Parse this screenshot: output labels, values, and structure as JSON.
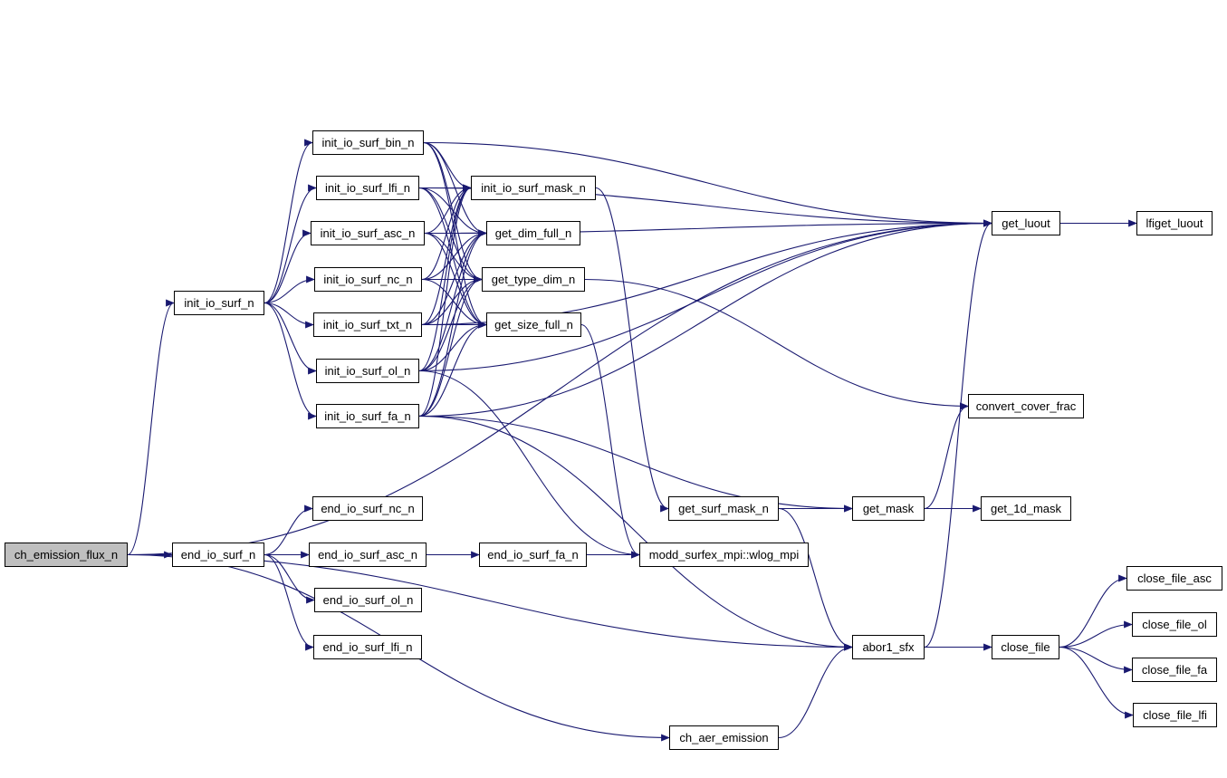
{
  "edge_color": "#191970",
  "root_fill": "#bfbfbf",
  "nodes": [
    {
      "id": "ch_emission_flux_n",
      "label": "ch_emission_flux_n",
      "root": true
    },
    {
      "id": "init_io_surf_n",
      "label": "init_io_surf_n"
    },
    {
      "id": "end_io_surf_n",
      "label": "end_io_surf_n"
    },
    {
      "id": "init_io_surf_bin_n",
      "label": "init_io_surf_bin_n"
    },
    {
      "id": "init_io_surf_lfi_n",
      "label": "init_io_surf_lfi_n"
    },
    {
      "id": "init_io_surf_asc_n",
      "label": "init_io_surf_asc_n"
    },
    {
      "id": "init_io_surf_nc_n",
      "label": "init_io_surf_nc_n"
    },
    {
      "id": "init_io_surf_txt_n",
      "label": "init_io_surf_txt_n"
    },
    {
      "id": "init_io_surf_ol_n",
      "label": "init_io_surf_ol_n"
    },
    {
      "id": "init_io_surf_fa_n",
      "label": "init_io_surf_fa_n"
    },
    {
      "id": "init_io_surf_mask_n",
      "label": "init_io_surf_mask_n"
    },
    {
      "id": "get_dim_full_n",
      "label": "get_dim_full_n"
    },
    {
      "id": "get_type_dim_n",
      "label": "get_type_dim_n"
    },
    {
      "id": "get_size_full_n",
      "label": "get_size_full_n"
    },
    {
      "id": "get_luout",
      "label": "get_luout"
    },
    {
      "id": "lfiget_luout",
      "label": "lfiget_luout"
    },
    {
      "id": "convert_cover_frac",
      "label": "convert_cover_frac"
    },
    {
      "id": "end_io_surf_nc_n",
      "label": "end_io_surf_nc_n"
    },
    {
      "id": "end_io_surf_asc_n",
      "label": "end_io_surf_asc_n"
    },
    {
      "id": "end_io_surf_ol_n",
      "label": "end_io_surf_ol_n"
    },
    {
      "id": "end_io_surf_lfi_n",
      "label": "end_io_surf_lfi_n"
    },
    {
      "id": "end_io_surf_fa_n",
      "label": "end_io_surf_fa_n"
    },
    {
      "id": "wlog_mpi",
      "label": "modd_surfex_mpi::wlog_mpi"
    },
    {
      "id": "get_surf_mask_n",
      "label": "get_surf_mask_n"
    },
    {
      "id": "get_mask",
      "label": "get_mask"
    },
    {
      "id": "get_1d_mask",
      "label": "get_1d_mask"
    },
    {
      "id": "abor1_sfx",
      "label": "abor1_sfx"
    },
    {
      "id": "close_file",
      "label": "close_file"
    },
    {
      "id": "close_file_asc",
      "label": "close_file_asc"
    },
    {
      "id": "close_file_ol",
      "label": "close_file_ol"
    },
    {
      "id": "close_file_fa",
      "label": "close_file_fa"
    },
    {
      "id": "close_file_lfi",
      "label": "close_file_lfi"
    },
    {
      "id": "ch_aer_emission",
      "label": "ch_aer_emission"
    }
  ],
  "edges": [
    [
      "ch_emission_flux_n",
      "init_io_surf_n"
    ],
    [
      "ch_emission_flux_n",
      "end_io_surf_n"
    ],
    [
      "ch_emission_flux_n",
      "get_luout"
    ],
    [
      "ch_emission_flux_n",
      "abor1_sfx"
    ],
    [
      "ch_emission_flux_n",
      "ch_aer_emission"
    ],
    [
      "init_io_surf_n",
      "init_io_surf_bin_n"
    ],
    [
      "init_io_surf_n",
      "init_io_surf_lfi_n"
    ],
    [
      "init_io_surf_n",
      "init_io_surf_asc_n"
    ],
    [
      "init_io_surf_n",
      "init_io_surf_nc_n"
    ],
    [
      "init_io_surf_n",
      "init_io_surf_txt_n"
    ],
    [
      "init_io_surf_n",
      "init_io_surf_ol_n"
    ],
    [
      "init_io_surf_n",
      "init_io_surf_fa_n"
    ],
    [
      "init_io_surf_bin_n",
      "init_io_surf_mask_n"
    ],
    [
      "init_io_surf_bin_n",
      "get_dim_full_n"
    ],
    [
      "init_io_surf_bin_n",
      "get_type_dim_n"
    ],
    [
      "init_io_surf_bin_n",
      "get_size_full_n"
    ],
    [
      "init_io_surf_bin_n",
      "get_luout"
    ],
    [
      "init_io_surf_lfi_n",
      "init_io_surf_mask_n"
    ],
    [
      "init_io_surf_lfi_n",
      "get_dim_full_n"
    ],
    [
      "init_io_surf_lfi_n",
      "get_type_dim_n"
    ],
    [
      "init_io_surf_lfi_n",
      "get_size_full_n"
    ],
    [
      "init_io_surf_lfi_n",
      "get_luout"
    ],
    [
      "init_io_surf_asc_n",
      "init_io_surf_mask_n"
    ],
    [
      "init_io_surf_asc_n",
      "get_dim_full_n"
    ],
    [
      "init_io_surf_asc_n",
      "get_type_dim_n"
    ],
    [
      "init_io_surf_asc_n",
      "get_size_full_n"
    ],
    [
      "init_io_surf_asc_n",
      "get_luout"
    ],
    [
      "init_io_surf_nc_n",
      "init_io_surf_mask_n"
    ],
    [
      "init_io_surf_nc_n",
      "get_dim_full_n"
    ],
    [
      "init_io_surf_nc_n",
      "get_type_dim_n"
    ],
    [
      "init_io_surf_nc_n",
      "get_size_full_n"
    ],
    [
      "init_io_surf_txt_n",
      "init_io_surf_mask_n"
    ],
    [
      "init_io_surf_txt_n",
      "get_dim_full_n"
    ],
    [
      "init_io_surf_txt_n",
      "get_type_dim_n"
    ],
    [
      "init_io_surf_txt_n",
      "get_size_full_n"
    ],
    [
      "init_io_surf_txt_n",
      "get_luout"
    ],
    [
      "init_io_surf_ol_n",
      "init_io_surf_mask_n"
    ],
    [
      "init_io_surf_ol_n",
      "get_dim_full_n"
    ],
    [
      "init_io_surf_ol_n",
      "get_type_dim_n"
    ],
    [
      "init_io_surf_ol_n",
      "get_size_full_n"
    ],
    [
      "init_io_surf_ol_n",
      "get_luout"
    ],
    [
      "init_io_surf_ol_n",
      "wlog_mpi"
    ],
    [
      "init_io_surf_fa_n",
      "init_io_surf_mask_n"
    ],
    [
      "init_io_surf_fa_n",
      "get_dim_full_n"
    ],
    [
      "init_io_surf_fa_n",
      "get_type_dim_n"
    ],
    [
      "init_io_surf_fa_n",
      "get_size_full_n"
    ],
    [
      "init_io_surf_fa_n",
      "get_luout"
    ],
    [
      "init_io_surf_fa_n",
      "get_mask"
    ],
    [
      "init_io_surf_fa_n",
      "abor1_sfx"
    ],
    [
      "end_io_surf_n",
      "end_io_surf_nc_n"
    ],
    [
      "end_io_surf_n",
      "end_io_surf_asc_n"
    ],
    [
      "end_io_surf_n",
      "end_io_surf_ol_n"
    ],
    [
      "end_io_surf_n",
      "end_io_surf_lfi_n"
    ],
    [
      "end_io_surf_n",
      "end_io_surf_fa_n"
    ],
    [
      "end_io_surf_fa_n",
      "wlog_mpi"
    ],
    [
      "init_io_surf_mask_n",
      "get_surf_mask_n"
    ],
    [
      "get_type_dim_n",
      "convert_cover_frac"
    ],
    [
      "get_size_full_n",
      "wlog_mpi"
    ],
    [
      "get_surf_mask_n",
      "get_mask"
    ],
    [
      "get_surf_mask_n",
      "abor1_sfx"
    ],
    [
      "get_mask",
      "convert_cover_frac"
    ],
    [
      "get_mask",
      "get_1d_mask"
    ],
    [
      "get_luout",
      "lfiget_luout"
    ],
    [
      "abor1_sfx",
      "get_luout"
    ],
    [
      "abor1_sfx",
      "close_file"
    ],
    [
      "close_file",
      "close_file_asc"
    ],
    [
      "close_file",
      "close_file_ol"
    ],
    [
      "close_file",
      "close_file_fa"
    ],
    [
      "close_file",
      "close_file_lfi"
    ],
    [
      "ch_aer_emission",
      "abor1_sfx"
    ]
  ]
}
